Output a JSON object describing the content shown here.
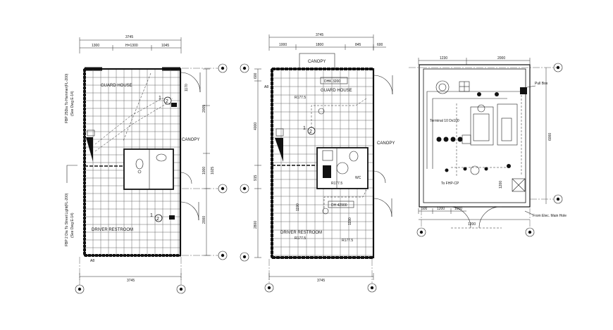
{
  "plan_a": {
    "overall_dim": "3745",
    "top_dims": [
      "1300",
      "H=1300",
      "1045"
    ],
    "left_note_top": "FBP 25Dia To Hammer(FL-200)",
    "left_note_top_sub": "(See Dwg E-14)",
    "left_note_bottom": "FBP 2 Dia To Street Light(FL-200)",
    "left_note_bottom_sub": "(See Dwg E-14)",
    "room_guard": "GUARD HOUSE",
    "room_driver": "DRIVER RESTROOM",
    "canopy": "CANOPY",
    "right_dims": [
      "1170",
      "2005",
      "1000",
      "1025",
      "2000"
    ],
    "marker_1": "1",
    "marker_2": "2",
    "corner_label": "A8",
    "bottom_dim": "3745"
  },
  "plan_b": {
    "overall_dim": "3745",
    "top_dims": [
      "1000",
      "1800",
      "845",
      "600"
    ],
    "canopy_top": "CANOPY",
    "tag_top": "DHK 3200",
    "room_guard": "GUARD HOUSE",
    "room_driver": "DRIVER RESTROOM",
    "canopy_side": "CANOPY",
    "tag_bottom": "DH 42900",
    "wc": "WC",
    "level_1": "R177.5",
    "level_2": "R177.5",
    "level_3": "R177.5",
    "level_4": "R177.5",
    "left_dims": [
      "600",
      "4000",
      "915",
      "2800"
    ],
    "inner_dim_1": "1190",
    "inner_dim_2": "1190",
    "marker_1": "1",
    "marker_2": "2",
    "corner_label": "A8",
    "bottom_dim": "3745"
  },
  "plan_c": {
    "top_dims": [
      "1230",
      "2000"
    ],
    "pull_box": "Pull Box",
    "terminal": "Terminal 10 Dx100",
    "fhp": "To FHP-CP",
    "main_hole": "From Elec. Main Hole",
    "right_dim": "6000",
    "side_dim": "1200",
    "bottom_dims": [
      "500",
      "1200",
      "1000"
    ],
    "door_dim": "1200"
  }
}
